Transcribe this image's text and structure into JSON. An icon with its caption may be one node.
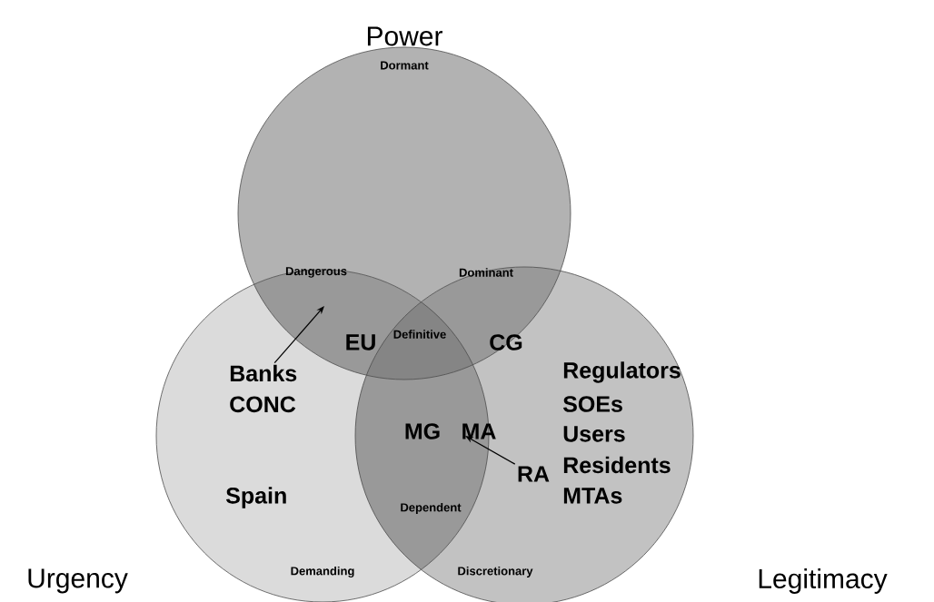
{
  "diagram": {
    "nodes": [
      {
        "text": [
          "Power"
        ]
      },
      {
        "text": [
          "Urgency"
        ]
      },
      {
        "text": [
          "Legitimacy"
        ]
      },
      {
        "text": [
          "Banks CONC"
        ],
        "in": 1
      },
      {
        "text": [
          "RA"
        ],
        "in": 2
      }
    ],
    "edges": [
      {
        "from": 3,
        "to": 0,
        "arrow": "to"
      },
      {
        "from": 4,
        "to": 1,
        "arrow": "to"
      }
    ],
    "labels": [
      "Dormant",
      "Dangerous",
      "Dominant",
      "EU",
      "Definitive",
      "CG",
      "MG",
      "MA",
      "Regulators",
      "SOEs",
      "Users",
      "Spain",
      "Dependent",
      "Residents",
      "MTAs",
      "Demanding",
      "Discretionary"
    ]
  }
}
